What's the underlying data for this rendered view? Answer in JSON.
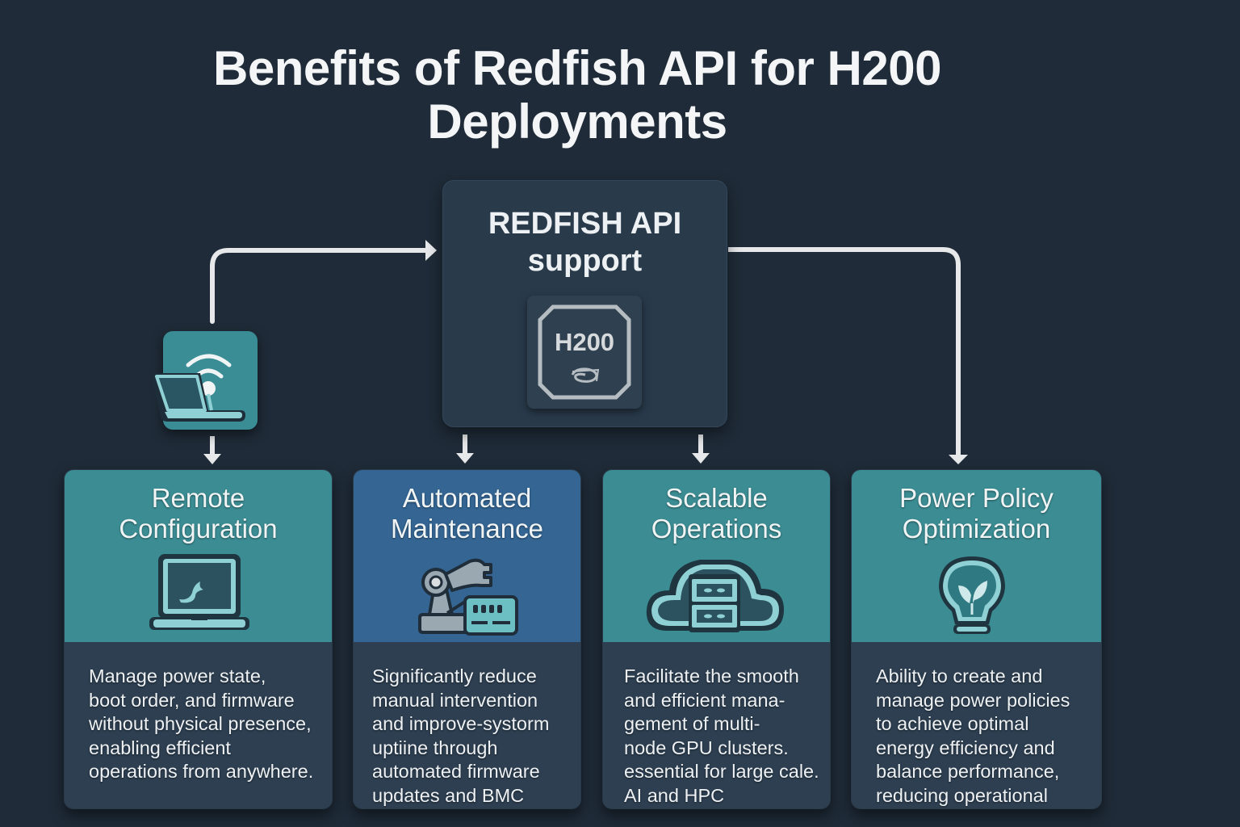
{
  "title": "Benefits of Redfish API for H200 Deployments",
  "title_lines": [
    "Benefits of Redfish API for H200",
    "Deployments"
  ],
  "hub": {
    "title_lines": [
      "REDFISH API",
      "support"
    ],
    "chip_label": "H200",
    "icon": "gpu-chip-icon"
  },
  "remote_tile": {
    "icon": "wireless-laptop-icon"
  },
  "colors": {
    "background": "#1f2b38",
    "teal_card": "#3b8c93",
    "blue_card": "#346593",
    "card_body": "#2d3f51",
    "arrow": "#e6e8ea"
  },
  "cards": [
    {
      "title_lines": [
        "Remote",
        "Configuration"
      ],
      "icon": "laptop-wrench-icon",
      "description": "Manage power state,\nboot order, and firmware\nwithout physical presence,\nenabling efficient\noperations from anywhere."
    },
    {
      "title_lines": [
        "Automated",
        "Maintenance"
      ],
      "icon": "robot-arm-icon",
      "description": "Significantly reduce\nmanual intervention\nand improve-systorm\nuptiine through\nautomated firmware\nupdates and BMC resets"
    },
    {
      "title_lines": [
        "Scalable",
        "Operations"
      ],
      "icon": "cloud-server-icon",
      "description": "Facilitate the smooth\nand efficient mana-\ngement of multi-\nnode GPU clusters.\nessential for large cale.\nAI and HPC environments."
    },
    {
      "title_lines": [
        "Power Policy",
        "Optimization"
      ],
      "icon": "eco-lightbulb-icon",
      "description": "Ability to create and\nmanage power policies\nto achieve optimal\nenergy efficiency and\nbalance performance,\nreducing operational"
    }
  ]
}
